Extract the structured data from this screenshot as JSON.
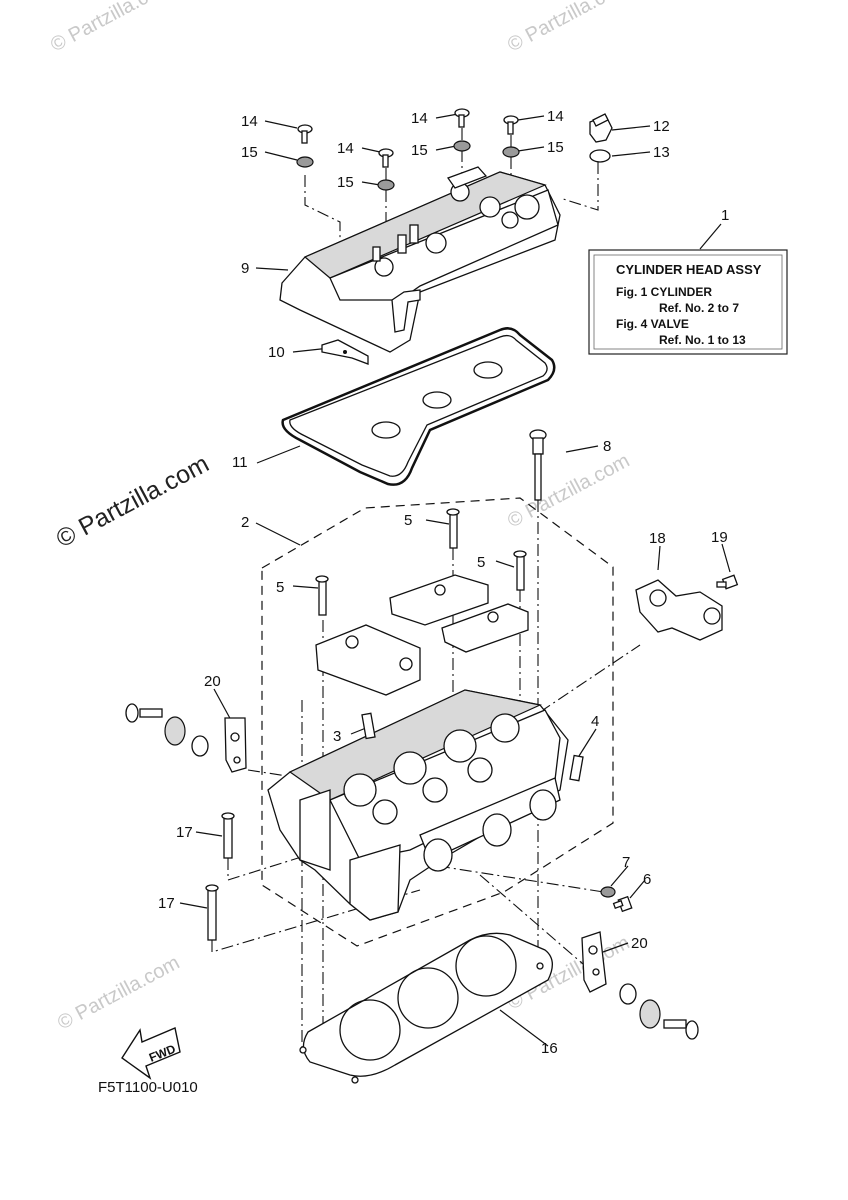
{
  "watermark": {
    "text": "© Partzilla.com",
    "color": "#c9c9c9"
  },
  "info_box": {
    "title": "CYLINDER HEAD ASSY",
    "line1": "Fig. 1 CYLINDER",
    "line2": "Ref. No. 2 to 7",
    "line3": "Fig. 4 VALVE",
    "line4": "Ref. No. 1 to 13"
  },
  "callouts": {
    "c1": "1",
    "c2": "2",
    "c3": "3",
    "c4": "4",
    "c5a": "5",
    "c5b": "5",
    "c5c": "5",
    "c6": "6",
    "c7": "7",
    "c8": "8",
    "c9": "9",
    "c10": "10",
    "c11": "11",
    "c12": "12",
    "c13": "13",
    "c14a": "14",
    "c14b": "14",
    "c14c": "14",
    "c14d": "14",
    "c15a": "15",
    "c15b": "15",
    "c15c": "15",
    "c15d": "15",
    "c16": "16",
    "c17a": "17",
    "c17b": "17",
    "c18": "18",
    "c19": "19",
    "c20a": "20",
    "c20b": "20"
  },
  "fwd_label": "FWD",
  "diagram_code": "F5T1100-U010",
  "icons": {
    "fwd": "fwd-arrow-icon"
  }
}
